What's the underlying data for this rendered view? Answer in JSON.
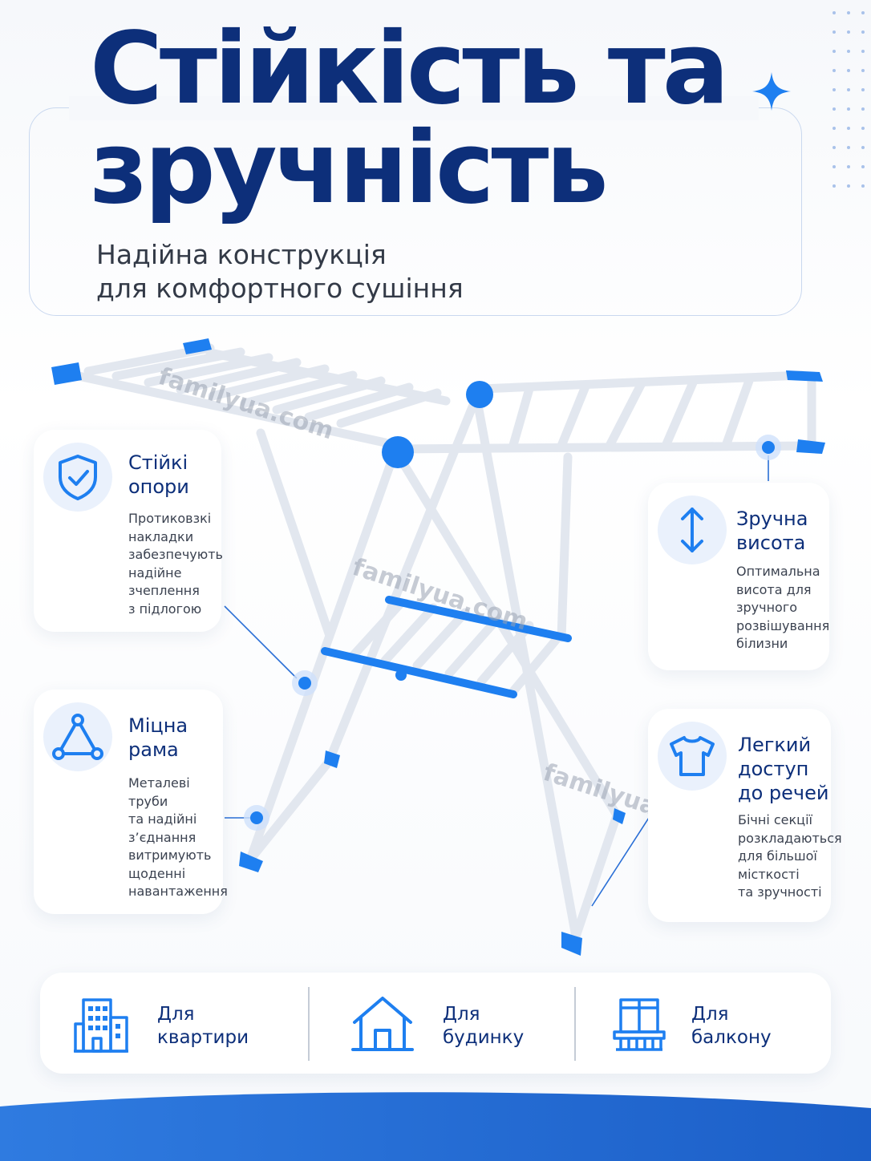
{
  "hero": {
    "title_lines": [
      "Стійкість та",
      "зручність"
    ],
    "subtitle_lines": [
      "Надійна конструкція",
      "для комфортного сушіння"
    ]
  },
  "watermark": "familyua.com",
  "features": {
    "stable_supports": {
      "icon": "shield-check-icon",
      "title_lines": [
        "Стійкі",
        "опори"
      ],
      "text_lines": [
        "Протиковзкі",
        "накладки",
        "забезпечують",
        "надійне",
        "зчеплення",
        "з підлогою"
      ]
    },
    "strong_frame": {
      "icon": "triangle-nodes-icon",
      "title_lines": [
        "Міцна",
        "рама"
      ],
      "text_lines": [
        "Металеві труби",
        "та надійні",
        "з’єднання",
        "витримують",
        "щоденні",
        "навантаження"
      ]
    },
    "convenient_height": {
      "icon": "vertical-arrows-icon",
      "title_lines": [
        "Зручна",
        "висота"
      ],
      "text_lines": [
        "Оптимальна",
        "висота для",
        "зручного",
        "розвішування",
        "білизни"
      ]
    },
    "easy_access": {
      "icon": "t-shirt-icon",
      "title_lines": [
        "Легкий",
        "доступ",
        "до речей"
      ],
      "text_lines": [
        "Бічні секції",
        "розкладаються",
        "для більшої",
        "місткості",
        "та зручності"
      ]
    }
  },
  "usage": [
    {
      "icon": "apartment-building-icon",
      "label_lines": [
        "Для",
        "квартири"
      ]
    },
    {
      "icon": "house-icon",
      "label_lines": [
        "Для",
        "будинку"
      ]
    },
    {
      "icon": "balcony-icon",
      "label_lines": [
        "Для",
        "балкону"
      ]
    }
  ],
  "colors": {
    "navy": "#0d2f7a",
    "accent_blue": "#1e7ff0",
    "light_blue": "#eaf1fc",
    "wave_blue": "#2a6fd6"
  }
}
